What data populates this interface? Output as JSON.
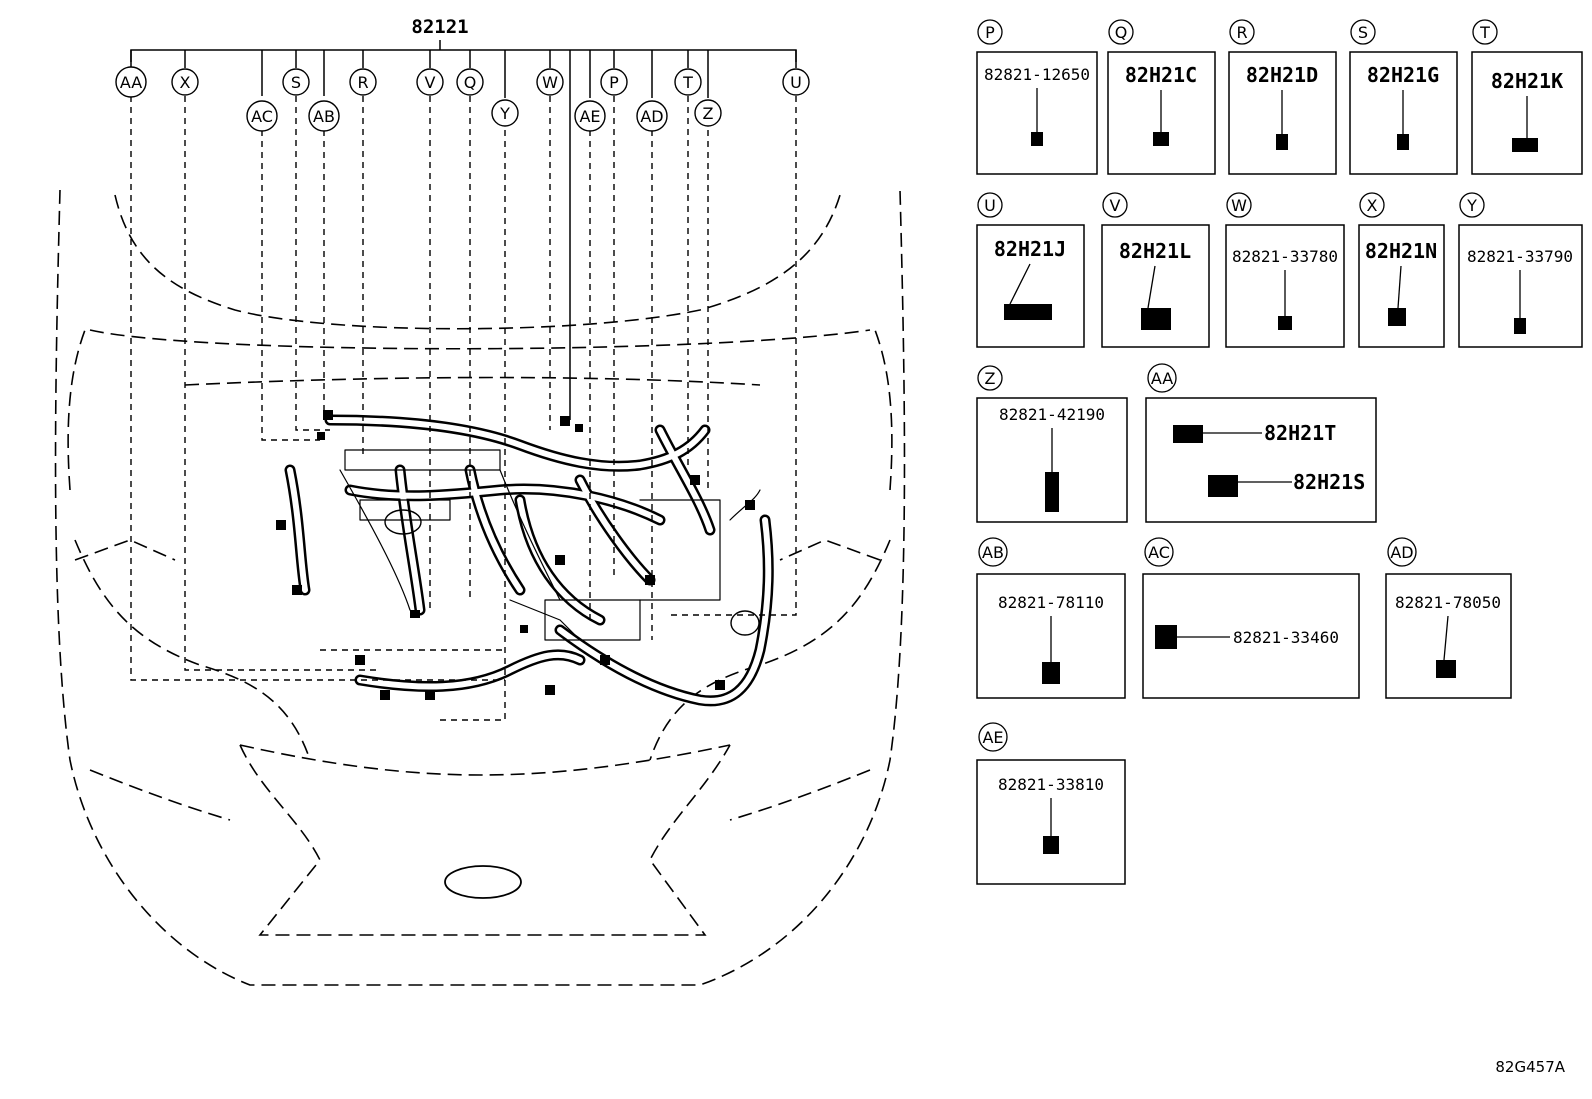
{
  "main_part": "82121",
  "reference_code": "82G457A",
  "callouts": {
    "aa": "AA",
    "x": "X",
    "ac": "AC",
    "s": "S",
    "ab": "AB",
    "r": "R",
    "v": "V",
    "q": "Q",
    "y": "Y",
    "w": "W",
    "ae": "AE",
    "p": "P",
    "ad": "AD",
    "t": "T",
    "z": "Z",
    "u": "U"
  },
  "boxes": {
    "p": {
      "label": "P",
      "part": "82821-12650"
    },
    "q": {
      "label": "Q",
      "part": "82H21C"
    },
    "r": {
      "label": "R",
      "part": "82H21D"
    },
    "s": {
      "label": "S",
      "part": "82H21G"
    },
    "t": {
      "label": "T",
      "part": "82H21K"
    },
    "u": {
      "label": "U",
      "part": "82H21J"
    },
    "v": {
      "label": "V",
      "part": "82H21L"
    },
    "w": {
      "label": "W",
      "part": "82821-33780"
    },
    "x": {
      "label": "X",
      "part": "82H21N"
    },
    "y": {
      "label": "Y",
      "part": "82821-33790"
    },
    "z": {
      "label": "Z",
      "part": "82821-42190"
    },
    "aa": {
      "label": "AA",
      "part_upper": "82H21T",
      "part_lower": "82H21S"
    },
    "ab": {
      "label": "AB",
      "part": "82821-78110"
    },
    "ac": {
      "label": "AC",
      "part": "82821-33460"
    },
    "ad": {
      "label": "AD",
      "part": "82821-78050"
    },
    "ae": {
      "label": "AE",
      "part": "82821-33810"
    }
  }
}
